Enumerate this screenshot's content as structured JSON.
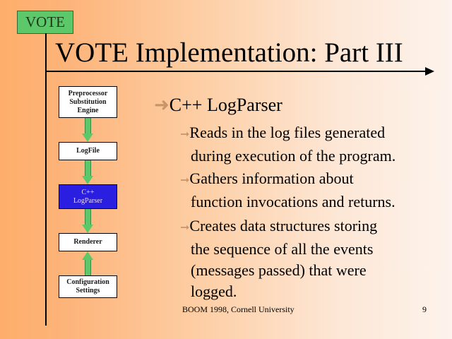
{
  "section_tag": "VOTE",
  "title": "VOTE Implementation: Part III",
  "flow": [
    {
      "line1": "Preprocessor",
      "line2": "Substitution",
      "line3": "Engine"
    },
    {
      "line1": "LogFile"
    },
    {
      "line1": "C++",
      "line2": "LogParser"
    },
    {
      "line1": "Renderer"
    },
    {
      "line1": "Configuration",
      "line2": "Settings"
    }
  ],
  "bullet": {
    "icon": "arrow-right-icon",
    "text": "C++ LogParser"
  },
  "subbullets": [
    {
      "line1": "Reads in the log files generated",
      "line2": "during execution of the program."
    },
    {
      "line1": "Gathers information about",
      "line2": "function invocations and returns."
    },
    {
      "line1": "Creates data structures storing",
      "line2": "the sequence of all the events",
      "line3": "(messages passed) that were",
      "line4": "logged."
    }
  ],
  "footer": "BOOM 1998, Cornell University",
  "page_number": "9"
}
